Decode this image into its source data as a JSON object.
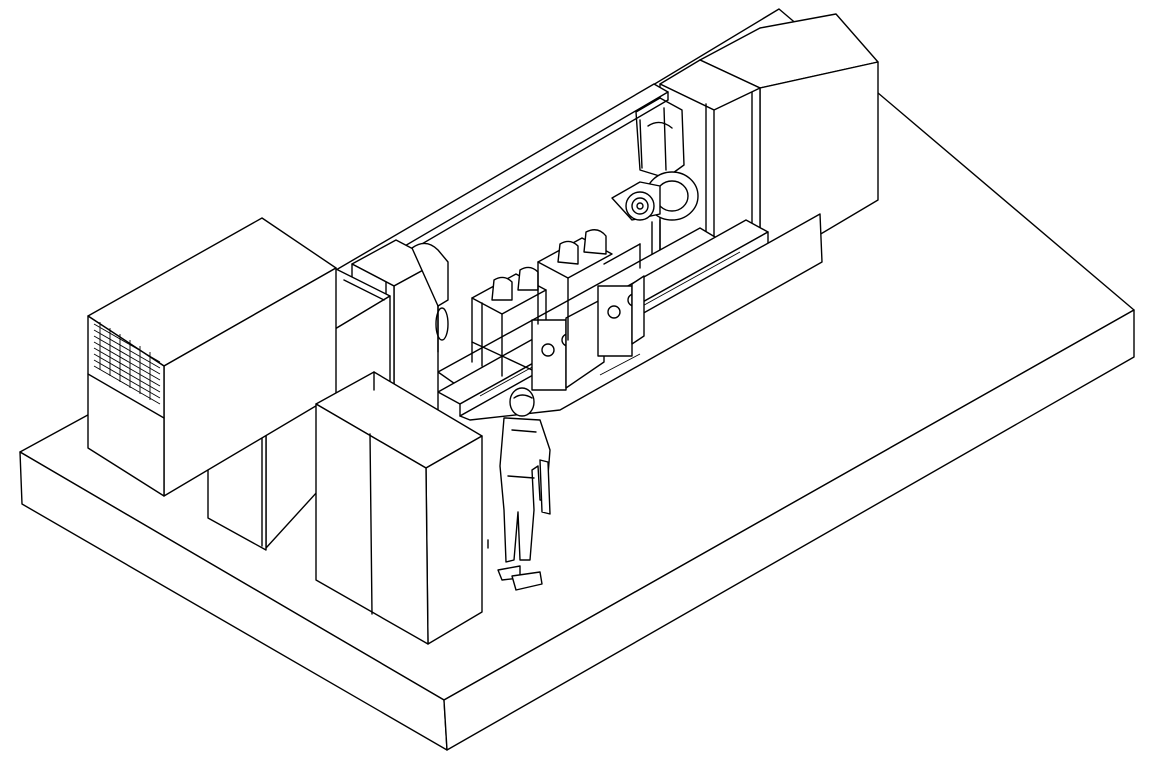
{
  "diagram": {
    "line_color": "#000000",
    "background_color": "#ffffff",
    "parts": [
      {
        "name": "base-platform",
        "label": ""
      },
      {
        "name": "rear-rail-beam",
        "label": ""
      },
      {
        "name": "bed-rails",
        "label": ""
      },
      {
        "name": "headstock-tower",
        "label": ""
      },
      {
        "name": "headstock-chuck",
        "label": ""
      },
      {
        "name": "tailstock-housing",
        "label": ""
      },
      {
        "name": "workpiece-support-stands",
        "label": ""
      },
      {
        "name": "ventilated-power-unit",
        "label": ""
      },
      {
        "name": "angled-control-cabinet",
        "label": ""
      },
      {
        "name": "double-door-electrical-cabinet",
        "label": ""
      },
      {
        "name": "operator-figure",
        "label": ""
      }
    ]
  }
}
